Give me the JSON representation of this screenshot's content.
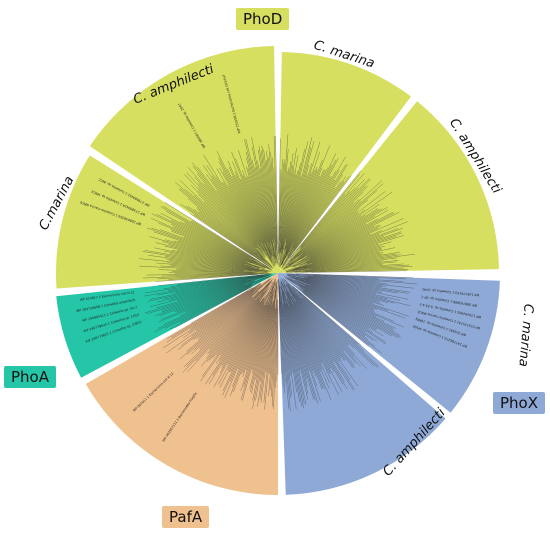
{
  "groups": {
    "phod": {
      "label": "PhoD",
      "color": "#d6df5f"
    },
    "phox": {
      "label": "PhoX",
      "color": "#8ea9d6"
    },
    "pafa": {
      "label": "PafA",
      "color": "#efc18f"
    },
    "phoa": {
      "label": "PhoA",
      "color": "#24c6a7"
    }
  },
  "clades": {
    "phod_marina": "C.marina",
    "phod_amphilecti": "C. amphilecti",
    "phod_marina2": "C. marina",
    "phod_amphilecti2": "C. amphilecti",
    "phox_marina": "C. marina",
    "phox_amphilecti": "C. amphilecti"
  },
  "leaves": [
    "WP 208038356.1 Colwellia marina MRC8",
    "WP 273800424.1 Colwellia sp. MRC9",
    "WP 279980452.1 Colwellia sp. IMCC",
    "WP 282007.1 Colwellia sp. 20A7",
    "WP 150196.1 Escherichia coli O157H7",
    "WP 136774193.1 Colwellia sp. LD41",
    "WP 088743998.1 Colwellia sp. QF-1",
    "WP 176494065.1 Colwellia sp. S-25-4-2",
    "WP 073775741.1 Colwellia marina MRC8",
    "WP 202681.1 Colwellia sp. 16Mfg",
    "WP 247786272.1 Colwellia sp. M166",
    "WP 248773821.1 Colwellia sp. ICBG1",
    "WP 290778643.1 Colwellia sp. 12G3",
    "WP 240905411.1 Colwellia sp. Arc7",
    "WP 284726608.1 Colwellia amphilecti",
    "WP 014817.1 Escherichia coli K-12",
    "WP 001011.1 Escherichia coli K-12",
    "WP 002957111.1 Bacteroides fragilis"
  ]
}
